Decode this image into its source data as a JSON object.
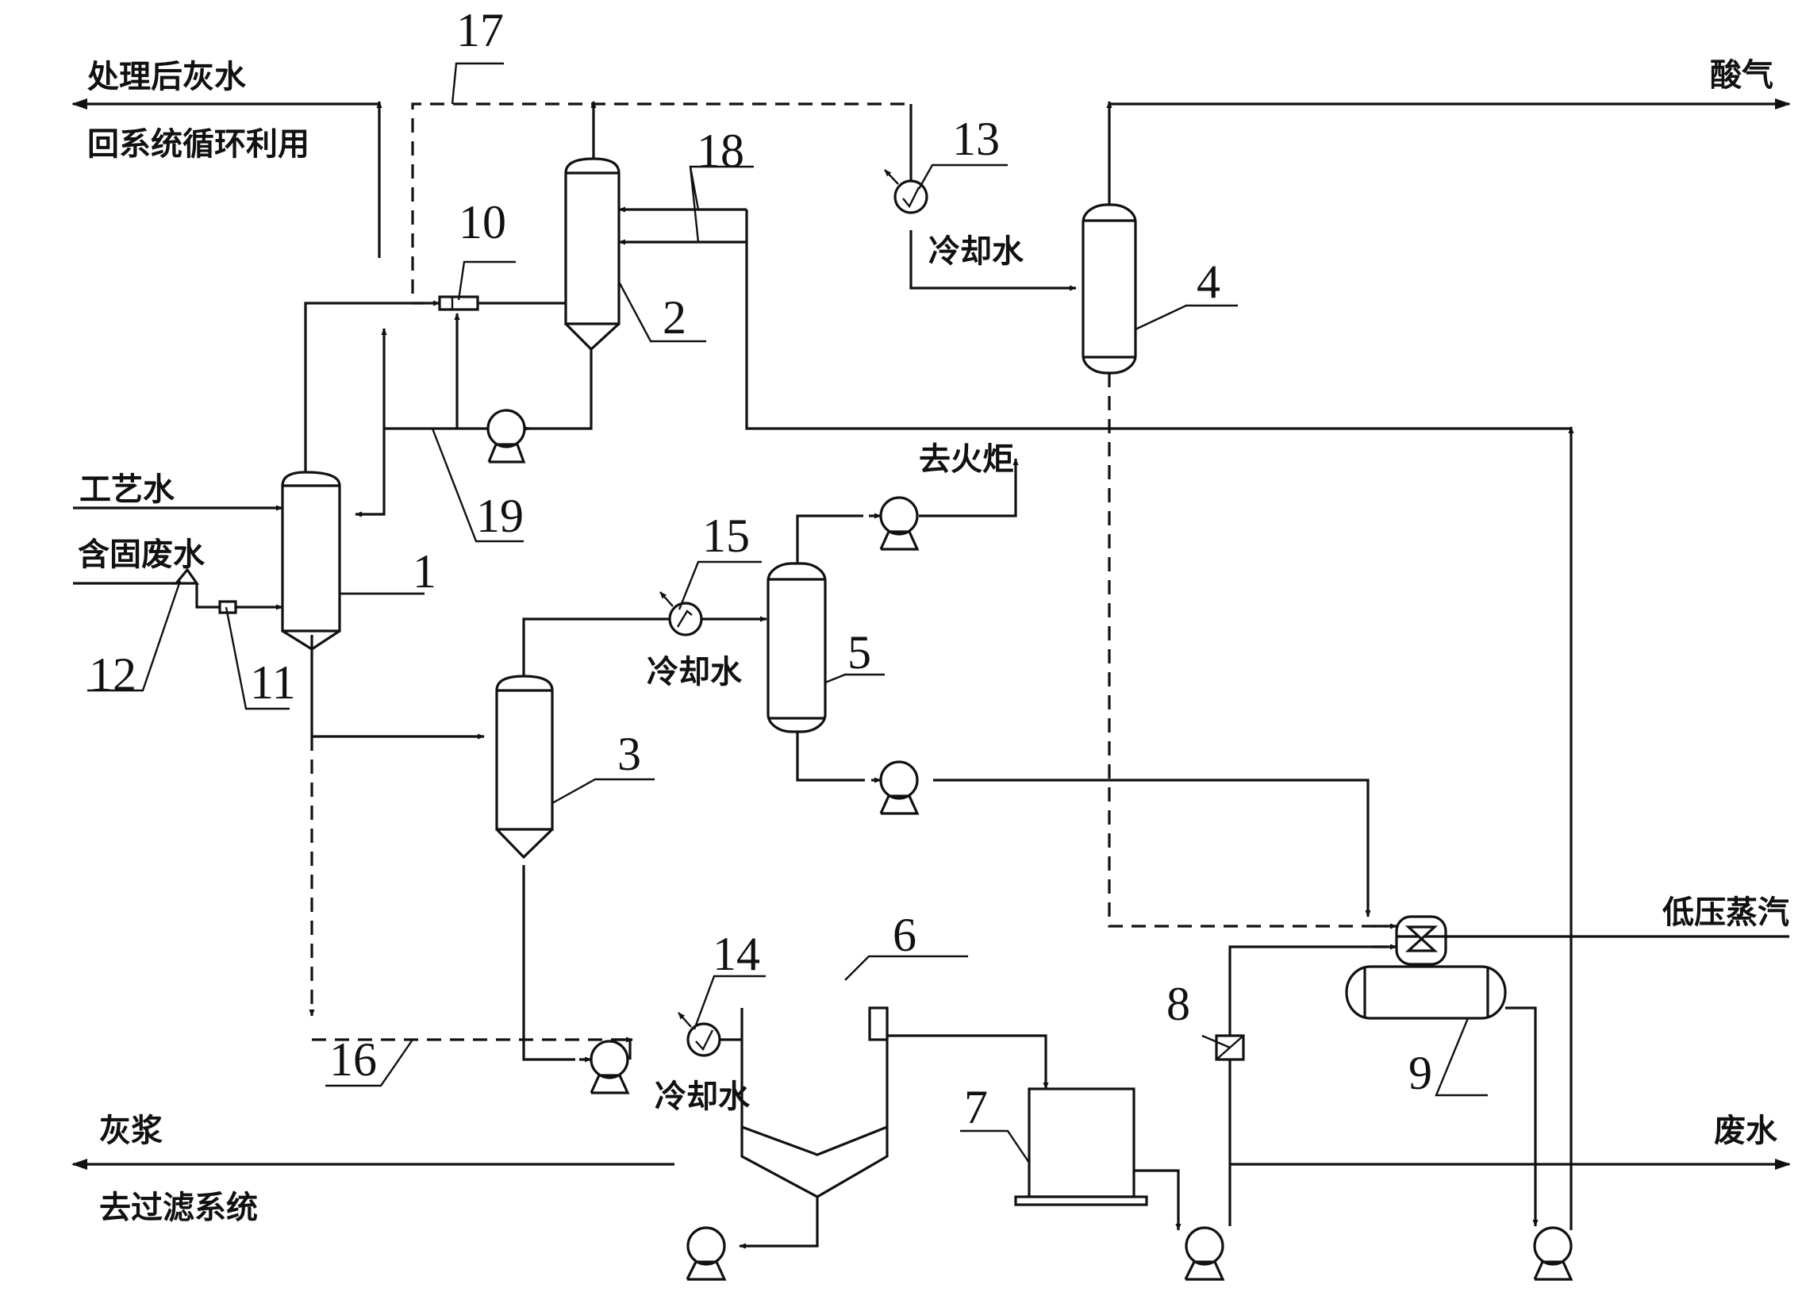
{
  "labels": {
    "treated_water": "处理后灰水",
    "recycle": "回系统循环利用",
    "acid_gas": "酸气",
    "process_water": "工艺水",
    "solid_wastewater": "含固废水",
    "to_flare": "去火炬",
    "cooling_water_13": "冷却水",
    "cooling_water_15": "冷却水",
    "cooling_water_14": "冷却水",
    "lp_steam": "低压蒸汽",
    "ash_slurry": "灰浆",
    "to_filter": "去过滤系统",
    "wastewater": "废水"
  },
  "numbers": {
    "n1": "1",
    "n2": "2",
    "n3": "3",
    "n4": "4",
    "n5": "5",
    "n6": "6",
    "n7": "7",
    "n8": "8",
    "n9": "9",
    "n10": "10",
    "n11": "11",
    "n12": "12",
    "n13": "13",
    "n14": "14",
    "n15": "15",
    "n16": "16",
    "n17": "17",
    "n18": "18",
    "n19": "19"
  }
}
